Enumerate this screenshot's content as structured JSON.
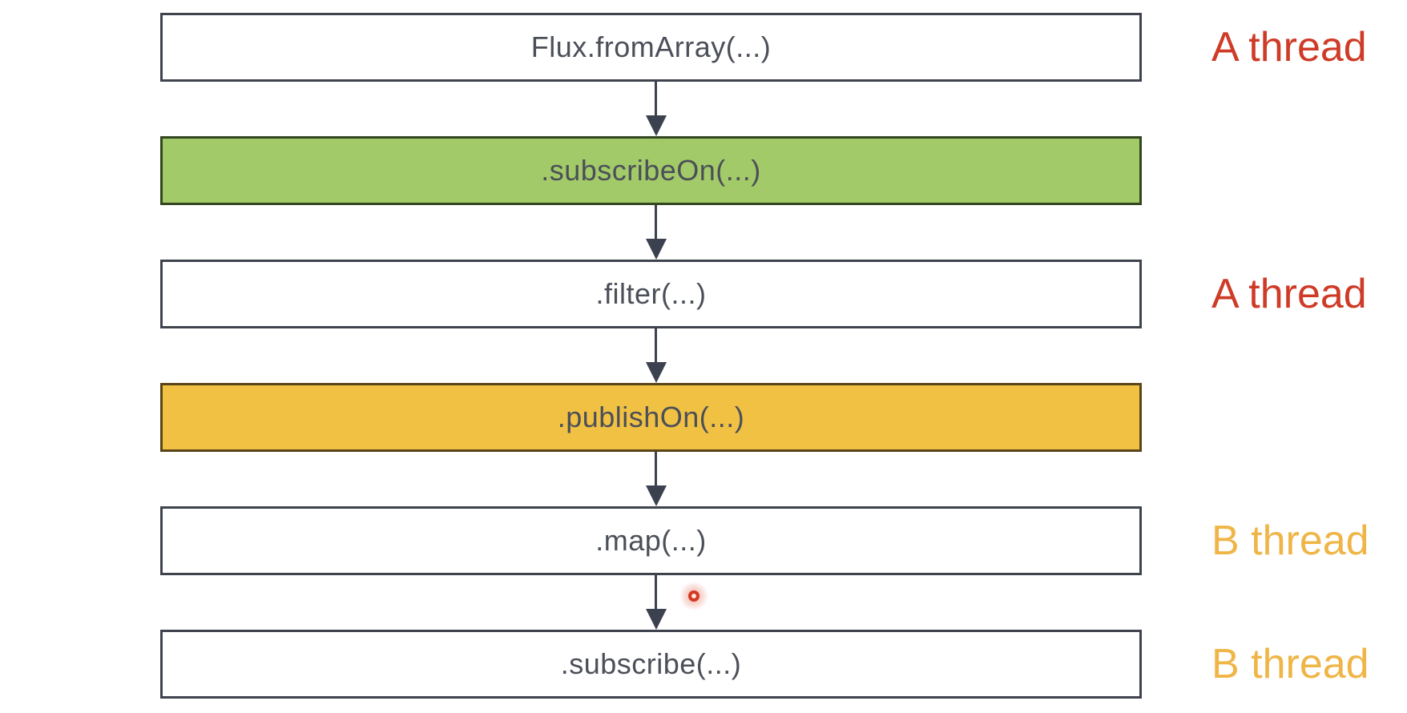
{
  "flow": {
    "nodes": [
      {
        "label": "Flux.fromArray(...)",
        "fill": "#ffffff",
        "border": "#3f434e"
      },
      {
        "label": ".subscribeOn(...)",
        "fill": "#a3ca69",
        "border": "#33461f"
      },
      {
        "label": ".filter(...)",
        "fill": "#ffffff",
        "border": "#3f434e"
      },
      {
        "label": ".publishOn(...)",
        "fill": "#f1c144",
        "border": "#5a4518"
      },
      {
        "label": ".map(...)",
        "fill": "#ffffff",
        "border": "#3f434e"
      },
      {
        "label": ".subscribe(...)",
        "fill": "#ffffff",
        "border": "#3f434e"
      }
    ],
    "edges": [
      [
        0,
        1
      ],
      [
        1,
        2
      ],
      [
        2,
        3
      ],
      [
        3,
        4
      ],
      [
        4,
        5
      ]
    ]
  },
  "thread_labels": [
    {
      "text": "A thread",
      "color": "#ce3b27",
      "beside": "Flux.fromArray(...)"
    },
    {
      "text": "A thread",
      "color": "#ce3b27",
      "beside": ".filter(...)"
    },
    {
      "text": "B thread",
      "color": "#efb546",
      "beside": ".map(...)"
    },
    {
      "text": "B thread",
      "color": "#efb546",
      "beside": ".subscribe(...)"
    }
  ],
  "pointer": {
    "kind": "laser-pointer-dot",
    "color": "#d43a22"
  },
  "colors": {
    "background": "#ffffff",
    "node_text": "#4b4f58",
    "arrow": "#3c4150",
    "green_fill": "#a3ca69",
    "yellow_fill": "#f1c144",
    "red_label": "#ce3b27",
    "gold_label": "#efb546"
  }
}
